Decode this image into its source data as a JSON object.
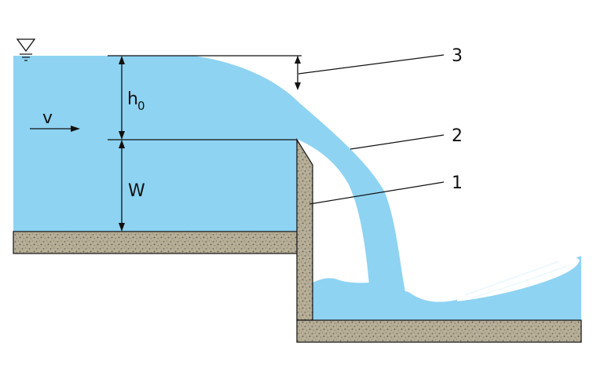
{
  "diagram": {
    "labels": {
      "head": "h",
      "head_subscript": "0",
      "weir_height": "W",
      "velocity": "v",
      "callout_1": "1",
      "callout_2": "2",
      "callout_3": "3"
    },
    "colors": {
      "water": "#8ed3f2",
      "ground": "#b5ad96",
      "ground_dots": "#6f6956",
      "lines": "#111111",
      "foam": "#ffffff"
    },
    "icons": {
      "water_level": "water-surface-triangle-icon"
    }
  }
}
